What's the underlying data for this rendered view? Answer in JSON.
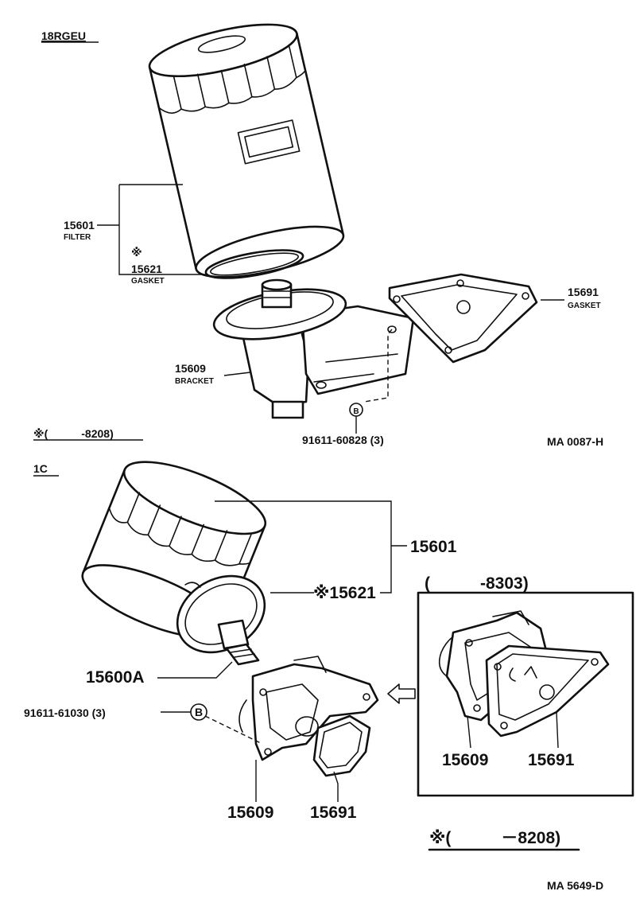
{
  "top_section": {
    "title": "18RGEU",
    "parts": {
      "filter_no": "15601",
      "filter_name": "FILTER",
      "gasket_mark": "※",
      "gasket_no": "15621",
      "gasket_name": "GASKET",
      "gasket2_no": "15691",
      "gasket2_name": "GASKET",
      "bracket_no": "15609",
      "bracket_name": "BRACKET",
      "bolt_circle": "B",
      "bolt_no": "91611-60828 (3)"
    },
    "note": "※(　　　-8208)",
    "code": "MA 0087-H"
  },
  "bottom_section": {
    "title": "1C",
    "parts": {
      "filter_no": "15601",
      "gasket_no": "※15621",
      "union_no": "15600A",
      "bolt_no": "91611-61030 (3)",
      "bolt_circle": "B",
      "bracket_no": "15609",
      "gasket2_no": "15691"
    },
    "inset": {
      "title": "(　　　-8303)",
      "bracket_no": "15609",
      "gasket_no": "15691"
    },
    "note": "※(　　　－8208)",
    "code": "MA 5649-D"
  }
}
